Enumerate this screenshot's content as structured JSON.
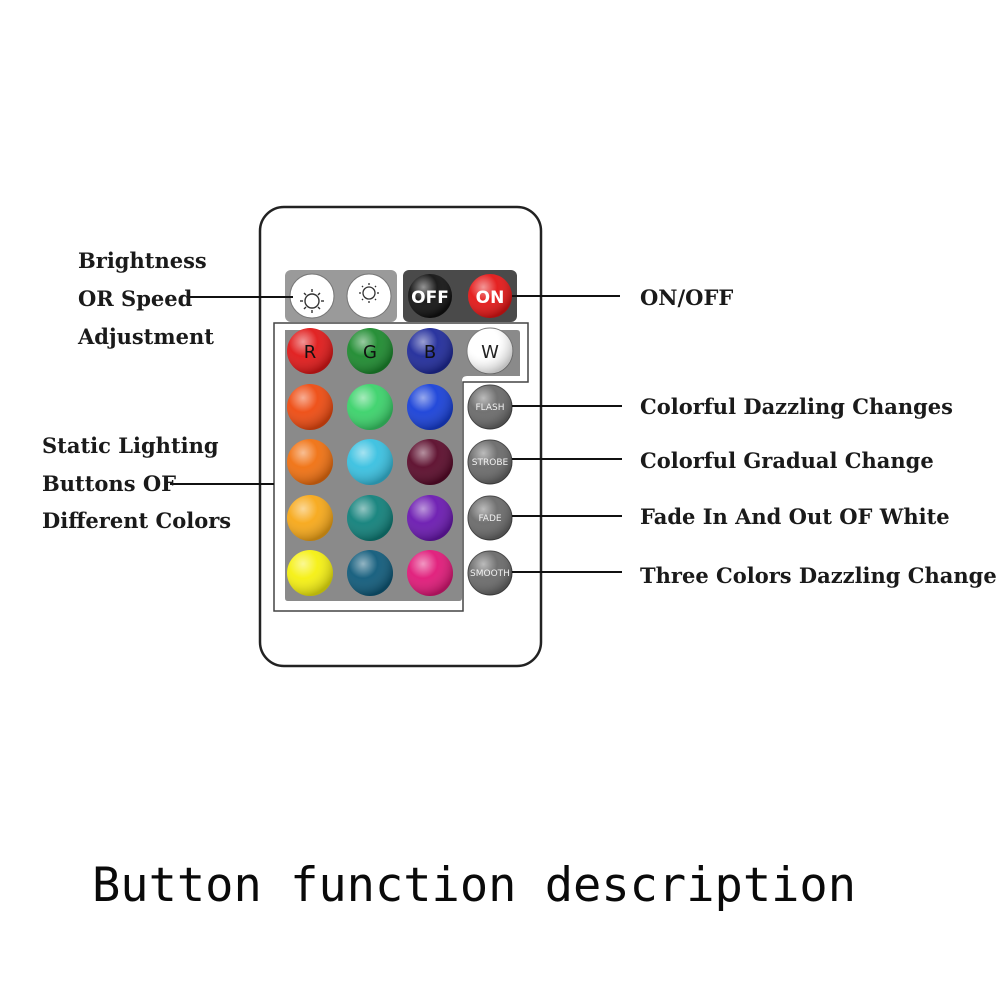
{
  "left_labels": {
    "brightness": [
      "Brightness",
      "OR Speed",
      "Adjustment"
    ],
    "static": [
      "Static Lighting",
      "Buttons OF",
      "Different Colors"
    ]
  },
  "right_labels": {
    "onoff": "ON/OFF",
    "flash": "Colorful Dazzling Changes",
    "strobe": "Colorful Gradual Change",
    "fade": "Fade In And Out OF White",
    "smooth": "Three Colors Dazzling Change"
  },
  "remote": {
    "off_label": "OFF",
    "on_label": "ON",
    "rgbw_labels": [
      "R",
      "G",
      "B",
      "W"
    ],
    "mode_labels": [
      "FLASH",
      "STROBE",
      "FADE",
      "SMOOTH"
    ],
    "color_grid": [
      [
        "#e01818",
        "#1c8a2e",
        "#1f2a9a",
        "#ffffff"
      ],
      [
        "#ee4a10",
        "#3ad26a",
        "#1840d8"
      ],
      [
        "#f07010",
        "#38c0e0",
        "#5a0a2a"
      ],
      [
        "#f7a818",
        "#10807a",
        "#6a18b0"
      ],
      [
        "#f5f010",
        "#0f5a7a",
        "#e01878"
      ]
    ]
  },
  "title": "Button function description"
}
